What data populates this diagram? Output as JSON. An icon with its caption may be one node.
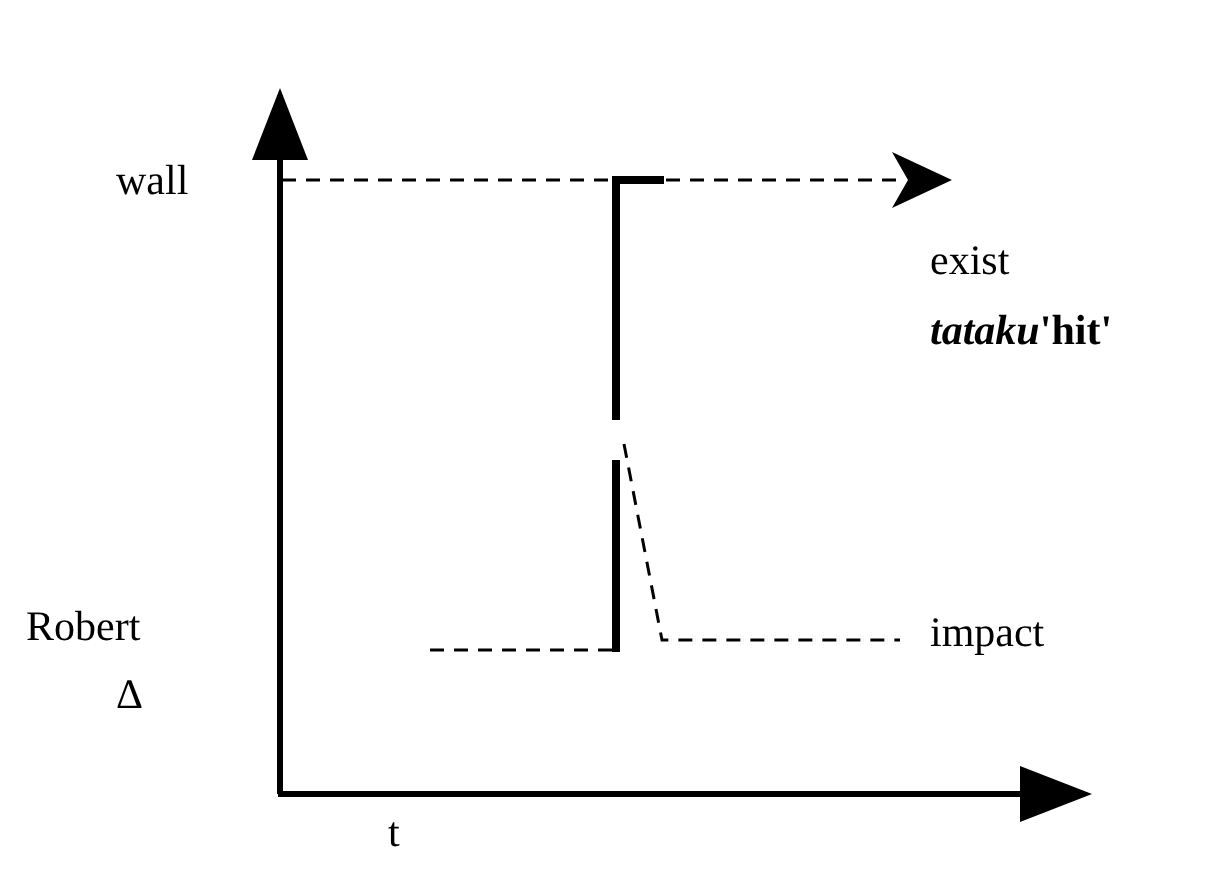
{
  "diagram": {
    "labels": [
      "wall",
      "exist",
      "*tataku*'hit'",
      "Robert",
      "Δ",
      "impact",
      "t"
    ]
  }
}
